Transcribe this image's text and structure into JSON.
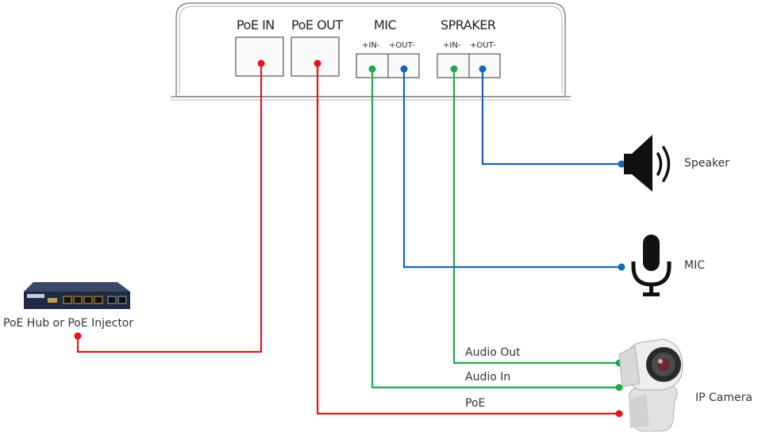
{
  "device": {
    "ports": {
      "poe_in": "PoE IN",
      "poe_out": "PoE OUT",
      "mic": "MIC",
      "speaker": "SPRAKER"
    },
    "polarity": {
      "mic_in": "+IN-",
      "mic_out": "+OUT-",
      "spk_in": "+IN-",
      "spk_out": "+OUT-"
    }
  },
  "endpoints": {
    "hub": "PoE Hub or PoE Injector",
    "speaker": "Speaker",
    "mic": "MIC",
    "camera": "IP Camera"
  },
  "wires": {
    "audio_out": "Audio Out",
    "audio_in": "Audio In",
    "poe": "PoE"
  },
  "colors": {
    "power": "#e8141c",
    "audio_signal": "#22a84a",
    "mic_speaker_signal": "#1565b8"
  }
}
